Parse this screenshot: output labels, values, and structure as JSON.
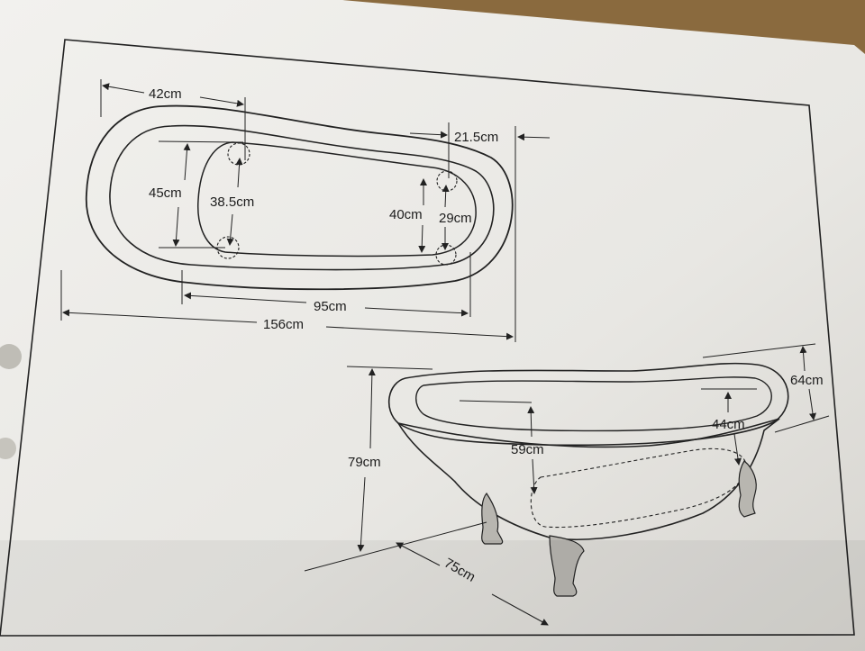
{
  "top_view": {
    "width_head": "42cm",
    "rim_end": "21.5cm",
    "outer_width": "45cm",
    "inner_width_head": "38.5cm",
    "inner_width_foot": "40cm",
    "foot_gap": "29cm",
    "inner_length": "95cm",
    "overall_length": "156cm"
  },
  "side_view": {
    "overall_height": "79cm",
    "end_height": "64cm",
    "inner_depth_mid": "59cm",
    "inner_depth_end": "44cm",
    "width": "75cm"
  },
  "colors": {
    "paper": "#ecebe8",
    "ink": "#222222",
    "table": "#8a6a3e"
  }
}
